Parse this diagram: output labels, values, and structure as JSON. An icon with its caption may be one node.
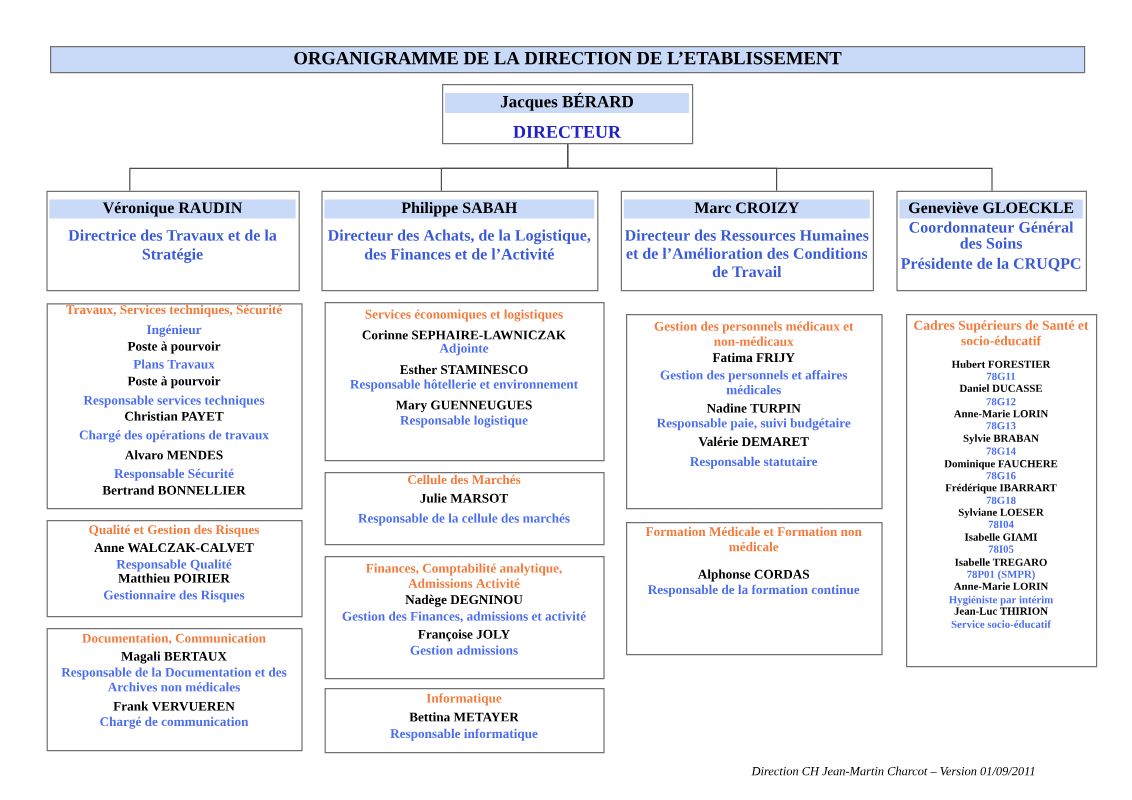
{
  "diagram": {
    "title": "ORGANIGRAMME DE LA DIRECTION DE L’ETABLISSEMENT",
    "nodes": [
      {
        "text": [
          "Jacques BÉRARD",
          "DIRECTEUR"
        ]
      },
      {
        "text": [
          "Véronique RAUDIN",
          "Directrice des Travaux et de la Stratégie"
        ]
      },
      {
        "text": [
          "Philippe SABAH",
          "Directeur des Achats, de la Logistique, des Finances et de l’Activité"
        ]
      },
      {
        "text": [
          "Marc CROIZY",
          "Directeur des Ressources Humaines et de l’Amélioration des Conditions de Travail"
        ]
      },
      {
        "text": [
          "Geneviève GLOECKLE",
          "Coordonnateur Général des Soins",
          "Présidente de la CRUQPC"
        ]
      },
      {
        "text": [
          "Travaux, Services techniques, Sécurité",
          "Ingénieur",
          "Poste à pourvoir",
          "Plans Travaux",
          "Poste à pourvoir",
          "Responsable services techniques",
          "Christian PAYET",
          "Chargé des opérations de travaux",
          "Alvaro MENDES",
          "Responsable Sécurité",
          "Bertrand BONNELLIER"
        ]
      },
      {
        "text": [
          "Qualité et Gestion des Risques",
          "Anne WALCZAK-CALVET",
          "Responsable Qualité",
          "Matthieu POIRIER",
          "Gestionnaire des Risques"
        ]
      },
      {
        "text": [
          "Documentation, Communication",
          "Magali BERTAUX",
          "Responsable de la Documentation et des Archives non médicales",
          "Frank VERVUEREN",
          "Chargé de communication"
        ]
      },
      {
        "text": [
          "Services économiques et logistiques",
          "Corinne SEPHAIRE-LAWNICZAK",
          "Adjointe",
          "Esther STAMINESCO",
          "Responsable hôtellerie et environnement",
          "Mary GUENNEUGUES",
          "Responsable logistique"
        ]
      },
      {
        "text": [
          "Cellule des Marchés",
          "Julie MARSOT",
          "Responsable de la cellule des marchés"
        ]
      },
      {
        "text": [
          "Finances, Comptabilité analytique, Admissions Activité",
          "Nadège DEGNINOU",
          "Gestion des Finances, admissions et activité",
          "Françoise JOLY",
          "Gestion admissions"
        ]
      },
      {
        "text": [
          "Informatique",
          "Bettina METAYER",
          "Responsable informatique"
        ]
      },
      {
        "text": [
          "Gestion des personnels médicaux et non-médicaux",
          "Fatima FRIJY",
          "Gestion des personnels et affaires médicales",
          "Nadine TURPIN",
          "Responsable paie, suivi budgétaire",
          "Valérie DEMARET",
          "Responsable statutaire"
        ]
      },
      {
        "text": [
          "Formation Médicale et Formation non médicale",
          "Alphonse CORDAS",
          "Responsable de la formation continue"
        ]
      },
      {
        "text": [
          "Cadres Supérieurs de Santé et socio-éducatif",
          "Hubert FORESTIER",
          "78G11",
          "Daniel DUCASSE",
          "78G12",
          "Anne-Marie LORIN",
          "78G13",
          "Sylvie BRABAN",
          "78G14",
          "Dominique FAUCHERE",
          "78G16",
          "Frédérique IBARRART",
          "78G18",
          "Sylviane LOESER",
          "78I04",
          "Isabelle GIAMI",
          "78I05",
          "Isabelle TREGARO",
          "78P01 (SMPR)",
          "Anne-Marie LORIN",
          "Hygiéniste par intérim",
          "Jean-Luc THIRION",
          "Service socio-éducatif"
        ]
      }
    ],
    "edges": [
      {
        "from": 0,
        "to": 1,
        "arrow": "none"
      },
      {
        "from": 0,
        "to": 2,
        "arrow": "none"
      },
      {
        "from": 0,
        "to": 3,
        "arrow": "none"
      },
      {
        "from": 0,
        "to": 4,
        "arrow": "none"
      }
    ],
    "labels": [
      "Direction CH Jean-Martin Charcot – Version 01/09/2011"
    ]
  }
}
